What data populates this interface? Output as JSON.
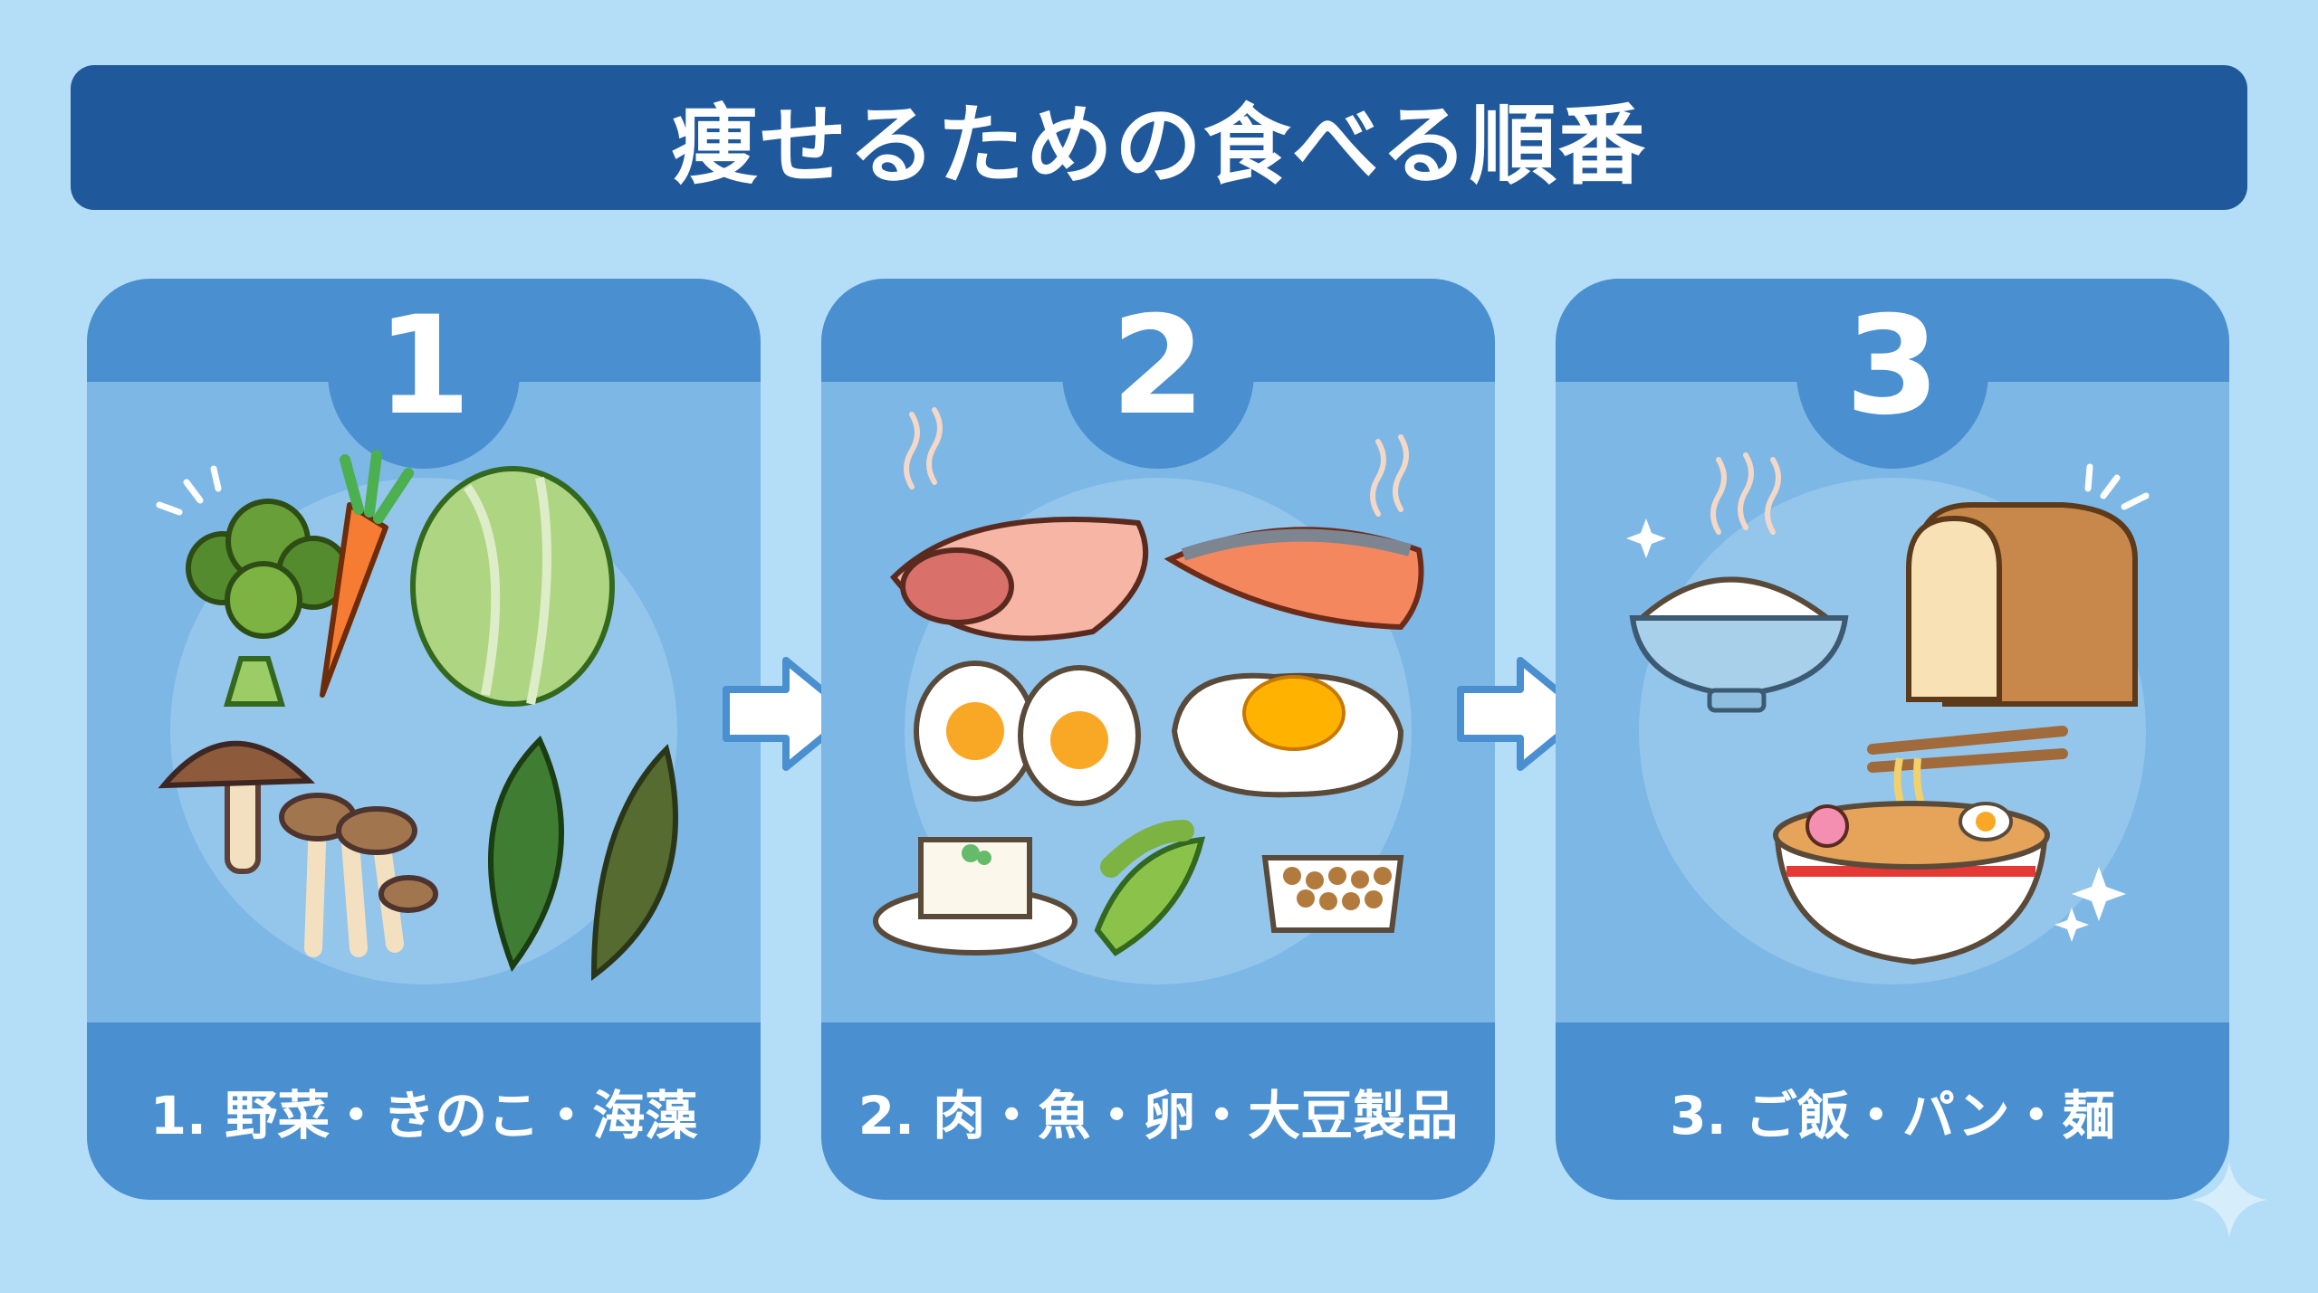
{
  "title": "痩せるための食べる順番",
  "steps": [
    {
      "number": "1",
      "label": "1. 野菜・きのこ・海藻",
      "foods": [
        "broccoli",
        "carrot",
        "lettuce",
        "shiitake",
        "shimeji",
        "leafy-greens"
      ]
    },
    {
      "number": "2",
      "label": "2. 肉・魚・卵・大豆製品",
      "foods": [
        "meat",
        "salmon",
        "boiled-egg",
        "fried-egg",
        "tofu",
        "edamame",
        "natto"
      ]
    },
    {
      "number": "3",
      "label": "3. ご飯・パン・麺",
      "foods": [
        "rice-bowl",
        "bread",
        "ramen"
      ]
    }
  ],
  "icons": {
    "step_arrow": "right-arrow-icon",
    "decor": "sparkle-icon"
  },
  "colors": {
    "background": "#b4ddf7",
    "title_bar": "#20599b",
    "card": "#7db7e5",
    "card_accent": "#4a8fcf",
    "text": "#ffffff"
  }
}
